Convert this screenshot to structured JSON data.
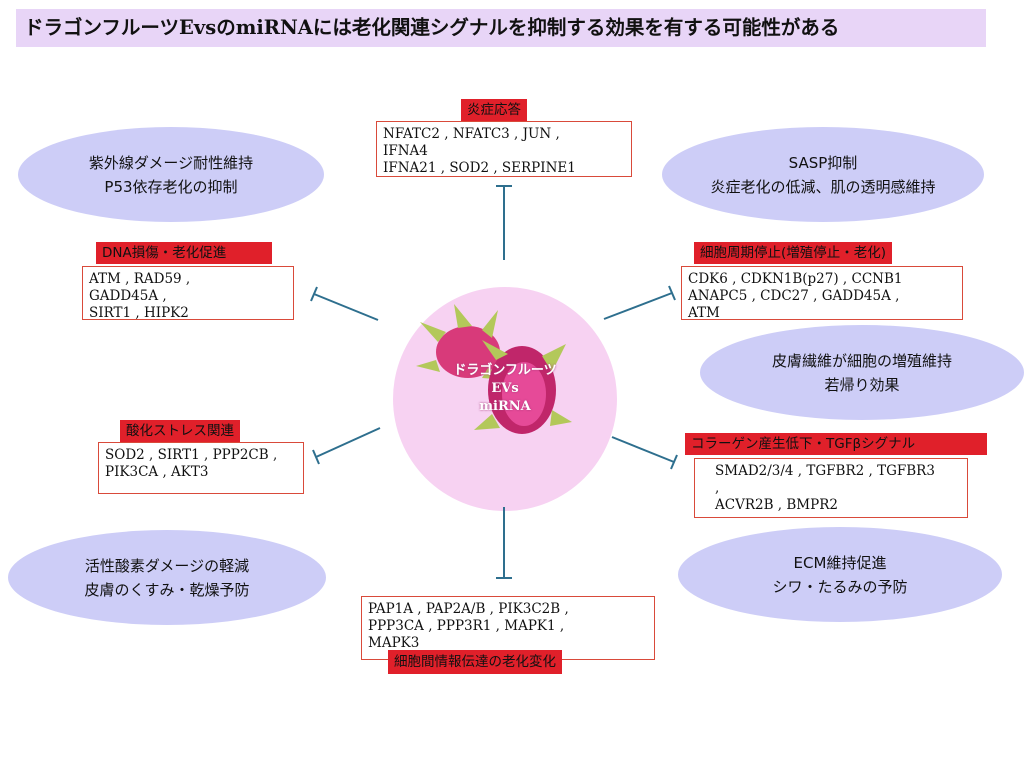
{
  "title": "ドラゴンフルーツEvsのmiRNAには老化関連シグナルを抑制する効果を有する可能性がある",
  "center": {
    "line1": "ドラゴンフルーツ",
    "line2": "EVs",
    "line3": "miRNA"
  },
  "ellipses": {
    "uv": {
      "line1": "紫外線ダメージ耐性維持",
      "line2": "P53依存老化の抑制"
    },
    "sasp": {
      "line1": "SASP抑制",
      "line2": "炎症老化の低減、肌の透明感維持"
    },
    "fibro": {
      "line1": "皮膚繊維が細胞の増殖維持",
      "line2": "若帰り効果"
    },
    "ros": {
      "line1": "活性酸素ダメージの軽減",
      "line2": "皮膚のくすみ・乾燥予防"
    },
    "ecm": {
      "line1": "ECM維持促進",
      "line2": "シワ・たるみの予防"
    }
  },
  "boxes": {
    "inflammation": {
      "label": "炎症応答",
      "genes": [
        "NFATC2 , NFATC3 , JUN ,",
        "IFNA4",
        "IFNA21 , SOD2 , SERPINE1"
      ]
    },
    "dna": {
      "label": "DNA損傷・老化促進",
      "genes": [
        "ATM , RAD59 ,",
        "GADD45A ,",
        "SIRT1 , HIPK2"
      ]
    },
    "cellcycle": {
      "label": "細胞周期停止(増殖停止・老化)",
      "genes": [
        "CDK6 , CDKN1B(p27) , CCNB1",
        "ANAPC5 , CDC27 , GADD45A ,",
        "ATM"
      ]
    },
    "oxidative": {
      "label": "酸化ストレス関連",
      "genes": [
        "SOD2 , SIRT1 , PPP2CB ,",
        "PIK3CA , AKT3"
      ]
    },
    "collagen": {
      "label": "コラーゲン産生低下・TGFβシグナル",
      "genes": [
        "SMAD2/3/4 , TGFBR2 , TGFBR3",
        ",",
        "ACVR2B , BMPR2"
      ]
    },
    "signaling": {
      "label": "細胞間情報伝達の老化変化",
      "genes": [
        "PAP1A , PAP2A/B , PIK3C2B ,",
        "PPP3CA , PPP3R1 , MAPK1 ,",
        "MAPK3"
      ]
    }
  },
  "colors": {
    "arrow": "#2e6f8e",
    "box_border": "#d94a3a",
    "label_fill": "#e0202a",
    "ellipse_fill": "#cdcdf7",
    "center_fill": "#f7d2f2",
    "title_fill": "#e8d5f7"
  }
}
